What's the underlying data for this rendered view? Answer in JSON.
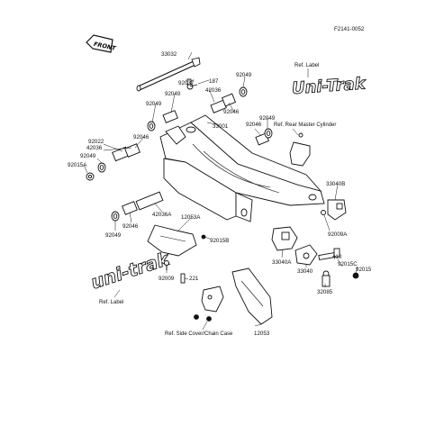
{
  "figure_code": "F2141-0052",
  "front_label": "FRONT",
  "part_labels": [
    {
      "key": "33032",
      "text": "33032"
    },
    {
      "key": "92037",
      "text": "92037"
    },
    {
      "key": "187",
      "text": "187"
    },
    {
      "key": "92049a",
      "text": "92049"
    },
    {
      "key": "42036",
      "text": "42036"
    },
    {
      "key": "92049b",
      "text": "92049"
    },
    {
      "key": "92046a",
      "text": "92046"
    },
    {
      "key": "92049c",
      "text": "92049"
    },
    {
      "key": "33001",
      "text": "33001"
    },
    {
      "key": "92049d",
      "text": "92049"
    },
    {
      "key": "92046b",
      "text": "92046"
    },
    {
      "key": "92046c",
      "text": "92046"
    },
    {
      "key": "92022",
      "text": "92022"
    },
    {
      "key": "42036b",
      "text": "42036"
    },
    {
      "key": "92049e",
      "text": "92049"
    },
    {
      "key": "92015A",
      "text": "92015A"
    },
    {
      "key": "33040B",
      "text": "33040B"
    },
    {
      "key": "42036A",
      "text": "42036A"
    },
    {
      "key": "12053A",
      "text": "12053A"
    },
    {
      "key": "92049f",
      "text": "92049"
    },
    {
      "key": "92046d",
      "text": "92046"
    },
    {
      "key": "92015B",
      "text": "92015B"
    },
    {
      "key": "92009A",
      "text": "92009A"
    },
    {
      "key": "33040A",
      "text": "33040A"
    },
    {
      "key": "410",
      "text": "410"
    },
    {
      "key": "92015C",
      "text": "92015C"
    },
    {
      "key": "92015",
      "text": "92015"
    },
    {
      "key": "33040",
      "text": "33040"
    },
    {
      "key": "92009",
      "text": "92009"
    },
    {
      "key": "221",
      "text": "221"
    },
    {
      "key": "32085",
      "text": "32085"
    },
    {
      "key": "12053",
      "text": "12053"
    }
  ],
  "ref_labels": {
    "label_top": "Ref. Label",
    "master_cylinder": "Ref. Rear Master Cylinder",
    "label_left": "Ref. Label",
    "side_cover": "Ref. Side Cover/Chain Case"
  },
  "brand_top": "Uni-Trak",
  "brand_left": "uni-trak"
}
